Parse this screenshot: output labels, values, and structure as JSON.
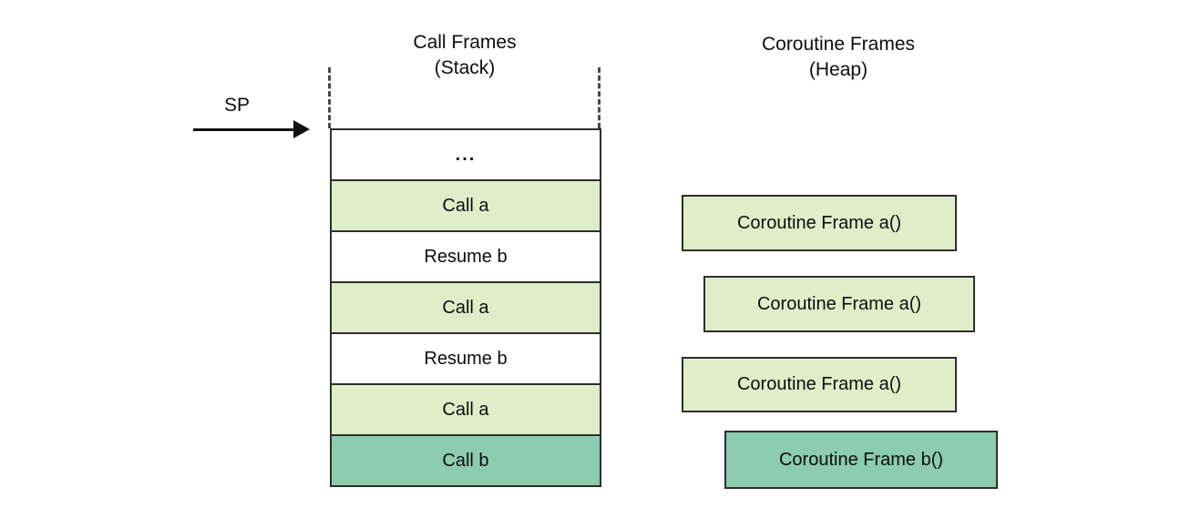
{
  "diagram": {
    "colors": {
      "green": "#dfeec9",
      "teal": "#8cccaf",
      "white": "#ffffff",
      "border": "#2e2e2e"
    },
    "stack": {
      "title_line1": "Call Frames",
      "title_line2": "(Stack)",
      "sp_label": "SP",
      "rows": [
        {
          "label": "...",
          "fill": "white"
        },
        {
          "label": "Call a",
          "fill": "green"
        },
        {
          "label": "Resume b",
          "fill": "white"
        },
        {
          "label": "Call a",
          "fill": "green"
        },
        {
          "label": "Resume b",
          "fill": "white"
        },
        {
          "label": "Call a",
          "fill": "green"
        },
        {
          "label": "Call b",
          "fill": "teal"
        }
      ]
    },
    "heap": {
      "title_line1": "Coroutine Frames",
      "title_line2": "(Heap)",
      "boxes": [
        {
          "label": "Coroutine Frame a()",
          "fill": "green"
        },
        {
          "label": "Coroutine Frame a()",
          "fill": "green"
        },
        {
          "label": "Coroutine Frame a()",
          "fill": "green"
        },
        {
          "label": "Coroutine Frame b()",
          "fill": "teal"
        }
      ]
    }
  }
}
